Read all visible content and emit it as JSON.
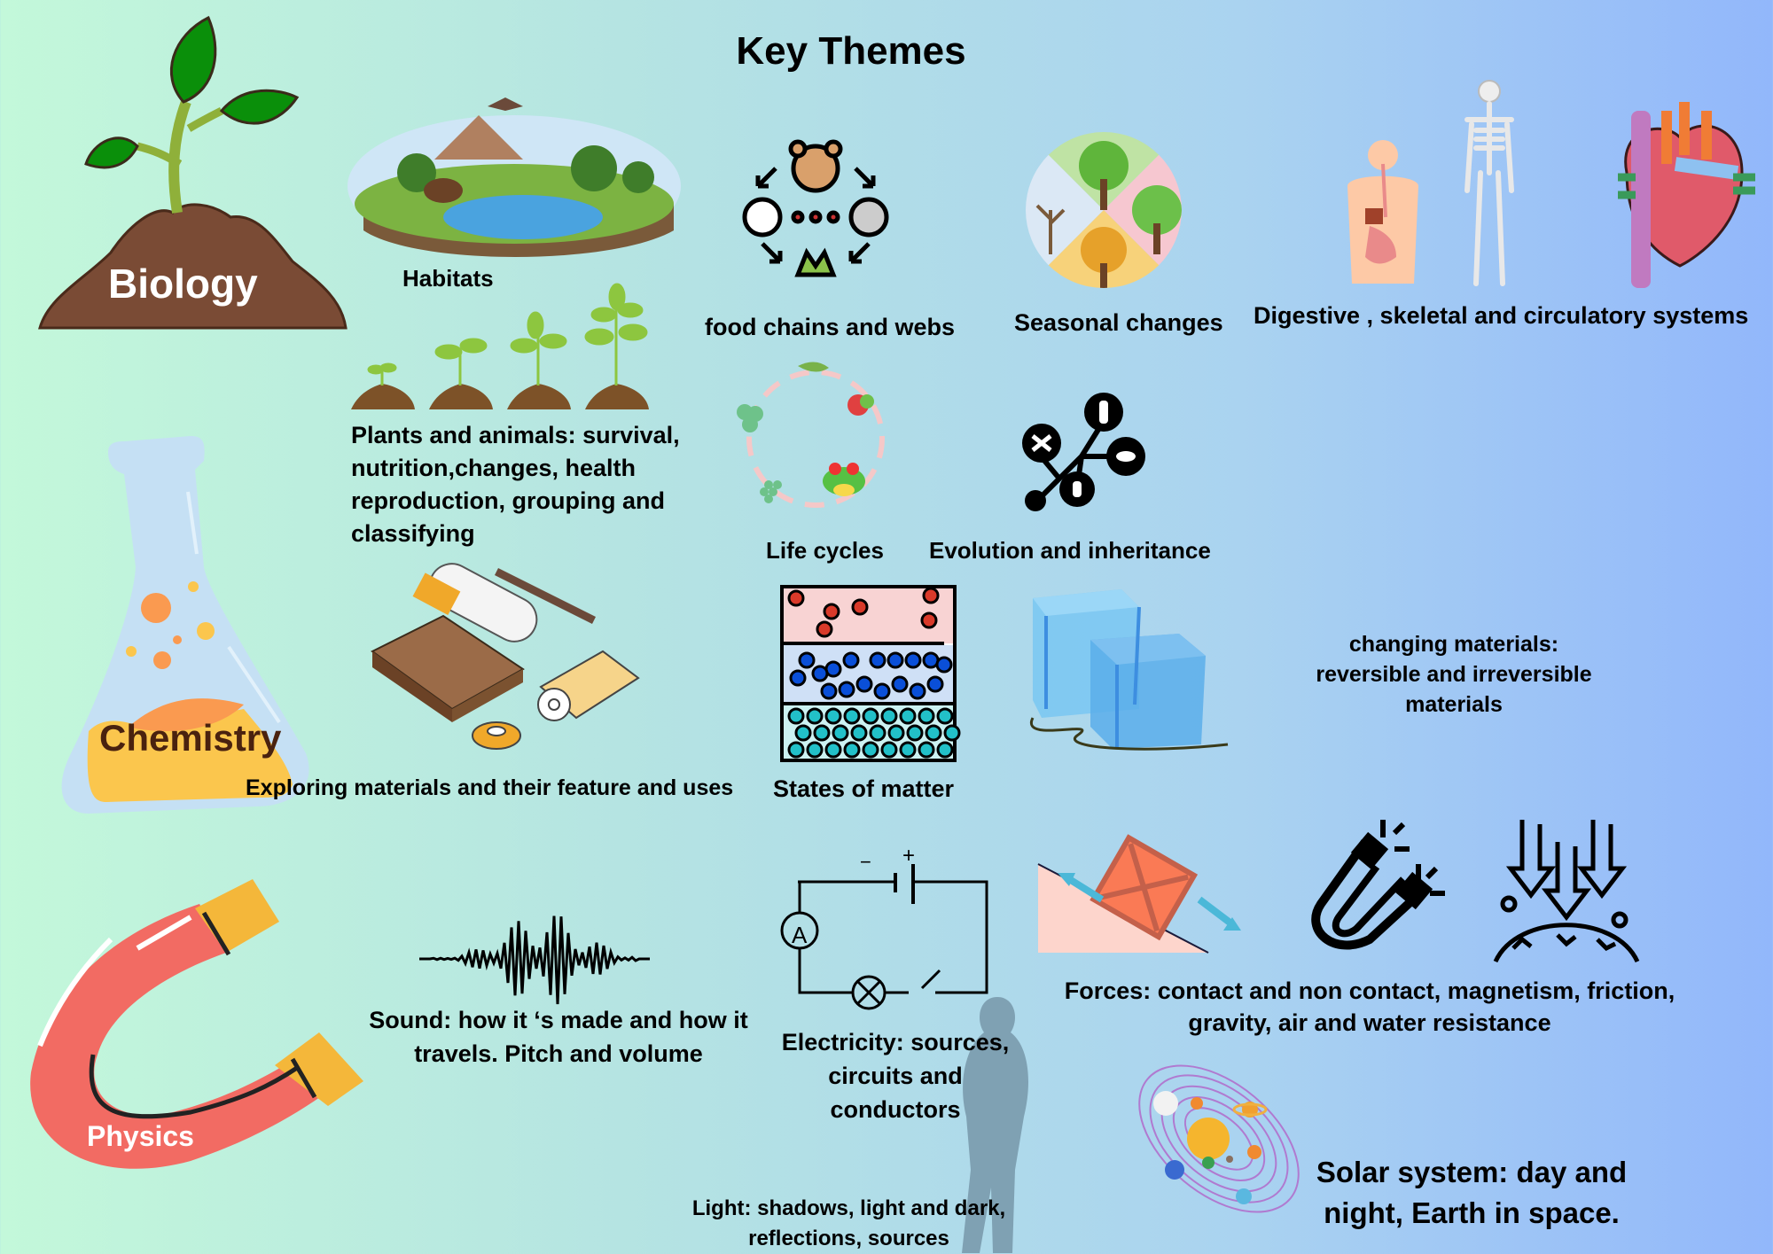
{
  "title": "Key Themes",
  "subjects": {
    "biology": "Biology",
    "chemistry": "Chemistry",
    "physics": "Physics"
  },
  "biology_topics": {
    "habitats": "Habitats",
    "food_chains": "food chains and webs",
    "seasonal": "Seasonal changes",
    "body_systems": "Digestive , skeletal and circulatory systems",
    "plants_animals": [
      "Plants and animals: survival,",
      "nutrition,changes, health",
      "reproduction, grouping and",
      "classifying"
    ],
    "life_cycles": "Life cycles",
    "evolution": "Evolution and inheritance"
  },
  "chemistry_topics": {
    "materials": "Exploring materials and their feature and uses",
    "states": "States of matter",
    "changing": [
      "changing materials:",
      "reversible and irreversible",
      "materials"
    ]
  },
  "physics_topics": {
    "sound": [
      "Sound: how it ‘s made and how it",
      "travels.  Pitch and volume"
    ],
    "electricity": [
      "Electricity: sources,",
      "circuits and conductors"
    ],
    "forces": [
      "Forces: contact and non contact, magnetism, friction,",
      "gravity, air and water resistance"
    ],
    "light": [
      "Light: shadows, light and dark,",
      "reflections, sources"
    ],
    "solar": [
      "Solar system: day and",
      "night, Earth in space."
    ],
    "circuit_ammeter": "A",
    "battery_minus": "−",
    "battery_plus": "+"
  },
  "colors": {
    "leaf": "#0a8f0a",
    "soil": "#7a4b35",
    "flask": "#c5e0f4",
    "liquid": "#fbc64d",
    "liquid_top": "#fa9a50",
    "magnet": "#f26b63",
    "magnet_tip": "#f4b73a",
    "chem_text": "#4a220f"
  }
}
